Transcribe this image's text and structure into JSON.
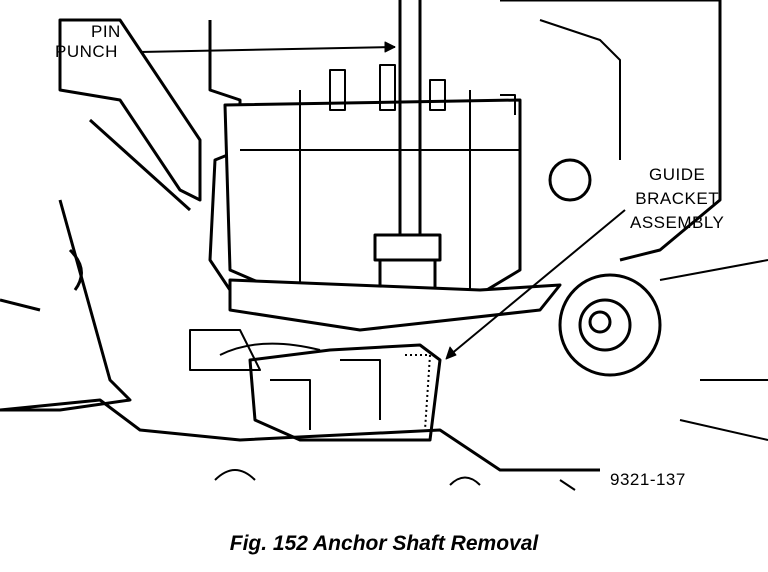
{
  "labels": {
    "pin_punch": [
      "PIN",
      "PUNCH"
    ],
    "guide_bracket": [
      "GUIDE",
      "BRACKET",
      "ASSEMBLY"
    ],
    "figure_code": "9321-137"
  },
  "caption": "Fig. 152 Anchor Shaft Removal"
}
